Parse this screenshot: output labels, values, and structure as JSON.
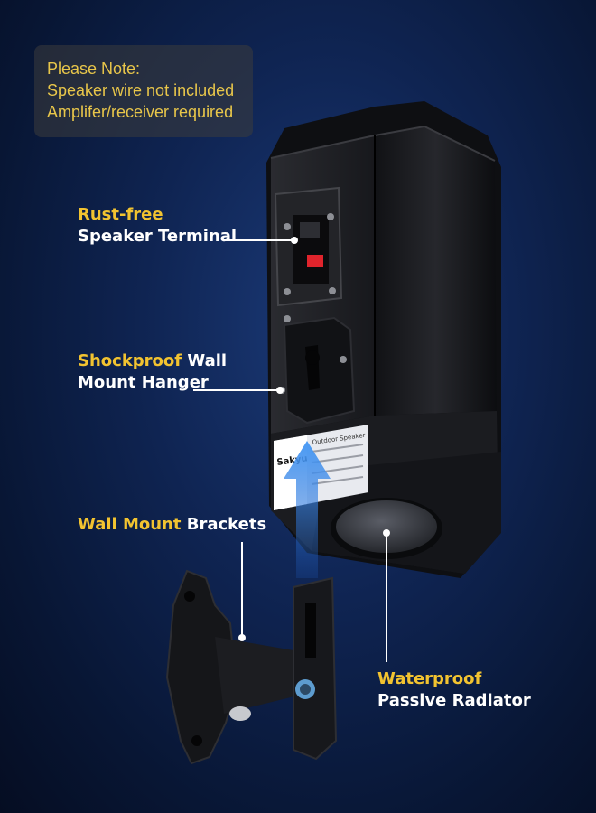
{
  "note": {
    "line1": "Please Note:",
    "line2": "Speaker wire not included",
    "line3": "Amplifer/receiver required"
  },
  "callouts": {
    "terminal": {
      "highlight": "Rust-free",
      "rest": "Speaker Terminal"
    },
    "hanger": {
      "highlight": "Shockproof",
      "rest_line1": " Wall",
      "line2": "Mount Hanger"
    },
    "brackets": {
      "highlight": "Wall Mount",
      "rest": " Brackets"
    },
    "radiator": {
      "highlight": "Waterproof",
      "rest": "Passive Radiator"
    }
  },
  "product": {
    "brand": "Sakyu",
    "label_text": "Outdoor Speaker"
  },
  "colors": {
    "highlight": "#f2c330",
    "note_text": "#e8c64a",
    "arrow": "#3f8ff0",
    "background": "#0f2452"
  }
}
